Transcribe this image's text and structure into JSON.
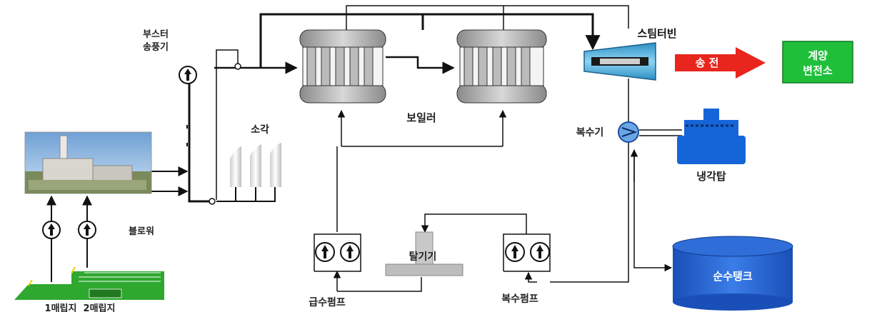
{
  "labels": {
    "booster_fan": [
      "부스터",
      "송풍기"
    ],
    "incinerator": "소각",
    "boiler": "보일러",
    "steam_turbine": "스팀터빈",
    "transmission": "송 전",
    "substation": [
      "계양",
      "변전소"
    ],
    "condenser": "복수기",
    "cooling_tower": "냉각탑",
    "blower": "블로워",
    "deaerator": "탈기기",
    "feedwater_pump": "급수펌프",
    "condensate_pump": "복수펌프",
    "pure_water_tank": "순수탱크",
    "landfill": "1매립지  2매립지"
  },
  "colors": {
    "transmission_arrow": "#e8261e",
    "substation_box": "#1fbf3a",
    "cooling_tower": "#1565d8",
    "pure_water_tank": "#1e5fd0",
    "condenser": "#6aa6e6",
    "turbine": "#3aa6d8",
    "landfill_green": "#2ea82e",
    "boiler_tube": "#a9a9a9"
  },
  "icons": {
    "pump": "pump-circle-arrow-icon",
    "plant_photo": "incineration-plant-photo"
  }
}
